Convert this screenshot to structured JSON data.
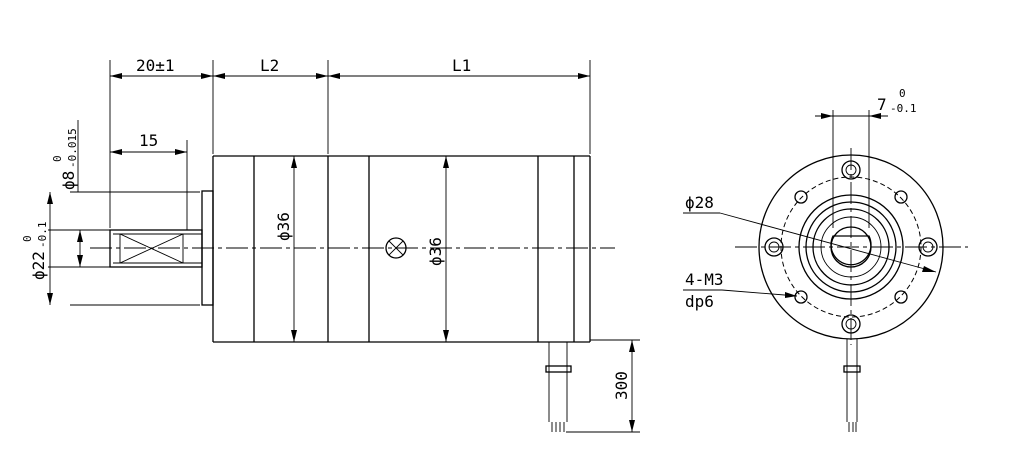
{
  "dimensions": {
    "shaft_extension": "20±1",
    "l2": "L2",
    "l1": "L1",
    "keyway_length": "15",
    "shaft_dia": "ϕ8",
    "shaft_dia_upper": "0",
    "shaft_dia_lower": "-0.015",
    "pilot_dia": "ϕ22",
    "pilot_dia_upper": "0",
    "pilot_dia_lower": "-0.1",
    "gearbox_dia": "ϕ36",
    "motor_dia": "ϕ36",
    "lead_length": "300",
    "flat_width": "7",
    "flat_width_upper": "0",
    "flat_width_lower": "-0.1",
    "bolt_circle": "ϕ28",
    "thread": "4-M3",
    "thread_depth": "dp6"
  }
}
